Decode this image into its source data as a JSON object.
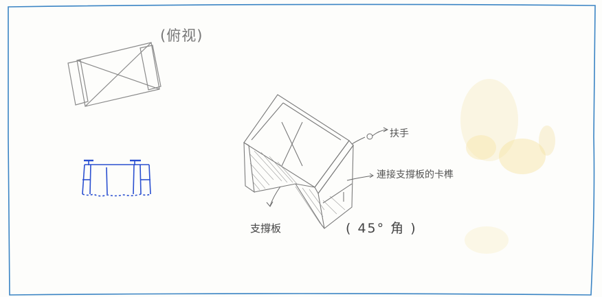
{
  "labels": {
    "top_view": "(俯视)",
    "handle": "扶手",
    "joint": "連接支撐板的卡榫",
    "brace": "支撐板",
    "angle": "( 45° 角 )"
  },
  "colors": {
    "paper": "#fdfdfb",
    "border": "#3a84c4",
    "pencil": "#777777",
    "blue_ink": "#2a4fd0",
    "stain": "#e8c048"
  }
}
